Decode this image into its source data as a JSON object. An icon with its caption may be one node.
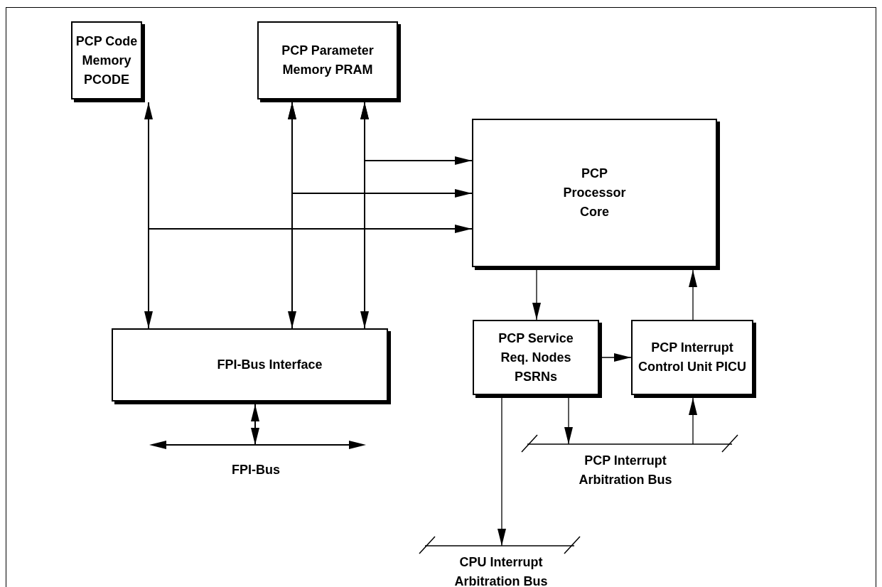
{
  "diagram": {
    "nodes": [
      {
        "text": [
          "PCP Code Memory PCODE"
        ]
      },
      {
        "text": [
          "PCP Parameter Memory PRAM"
        ]
      },
      {
        "text": [
          "PCP Processor Core"
        ]
      },
      {
        "text": [
          "FPI-Bus Interface"
        ]
      },
      {
        "text": [
          "PCP Service Req. Nodes PSRNs"
        ]
      },
      {
        "text": [
          "PCP Interrupt Control Unit PICU"
        ]
      },
      {
        "text": [
          "FPI-Bus"
        ]
      },
      {
        "text": [
          "PCP Interrupt Arbitration Bus"
        ]
      },
      {
        "text": [
          "CPU Interrupt Arbitration Bus"
        ]
      }
    ],
    "edges": [
      {
        "from": 0,
        "to": 3,
        "arrow": "both"
      },
      {
        "from": 1,
        "to": 3,
        "arrow": "both"
      },
      {
        "from": 1,
        "to": 3,
        "arrow": "both"
      },
      {
        "from": 1,
        "to": 2,
        "arrow": "both"
      },
      {
        "from": 1,
        "to": 2,
        "arrow": "both"
      },
      {
        "from": 0,
        "to": 2,
        "arrow": "to"
      },
      {
        "from": 3,
        "to": 6,
        "arrow": "both"
      },
      {
        "from": 2,
        "to": 4,
        "arrow": "to"
      },
      {
        "from": 4,
        "to": 5,
        "arrow": "to"
      },
      {
        "from": 5,
        "to": 2,
        "arrow": "to"
      },
      {
        "from": 4,
        "to": 7,
        "arrow": "to"
      },
      {
        "from": 7,
        "to": 5,
        "arrow": "to"
      },
      {
        "from": 4,
        "to": 8,
        "arrow": "to"
      }
    ]
  }
}
